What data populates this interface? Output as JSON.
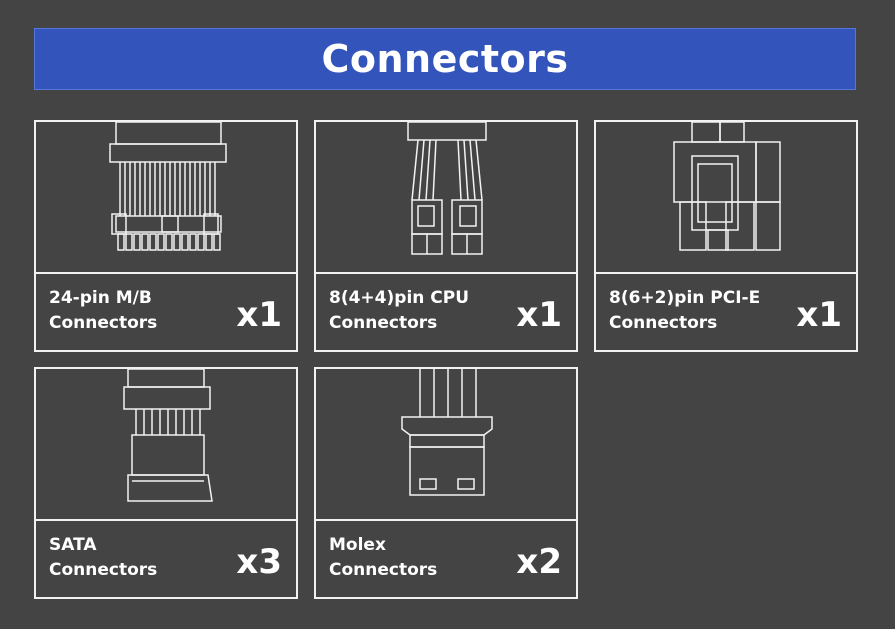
{
  "title": "Connectors",
  "cards": [
    {
      "line1": "24-pin M/B",
      "line2": "Connectors",
      "count": "x1",
      "icon": "atx-24pin-connector-icon"
    },
    {
      "line1": "8(4+4)pin CPU",
      "line2": "Connectors",
      "count": "x1",
      "icon": "cpu-8pin-connector-icon"
    },
    {
      "line1": "8(6+2)pin PCI-E",
      "line2": "Connectors",
      "count": "x1",
      "icon": "pcie-8pin-connector-icon"
    },
    {
      "line1": "SATA",
      "line2": "Connectors",
      "count": "x3",
      "icon": "sata-connector-icon"
    },
    {
      "line1": "Molex",
      "line2": "Connectors",
      "count": "x2",
      "icon": "molex-connector-icon"
    }
  ],
  "colors": {
    "background": "#444444",
    "banner": "#3355bb",
    "line": "#f2f2f2"
  }
}
